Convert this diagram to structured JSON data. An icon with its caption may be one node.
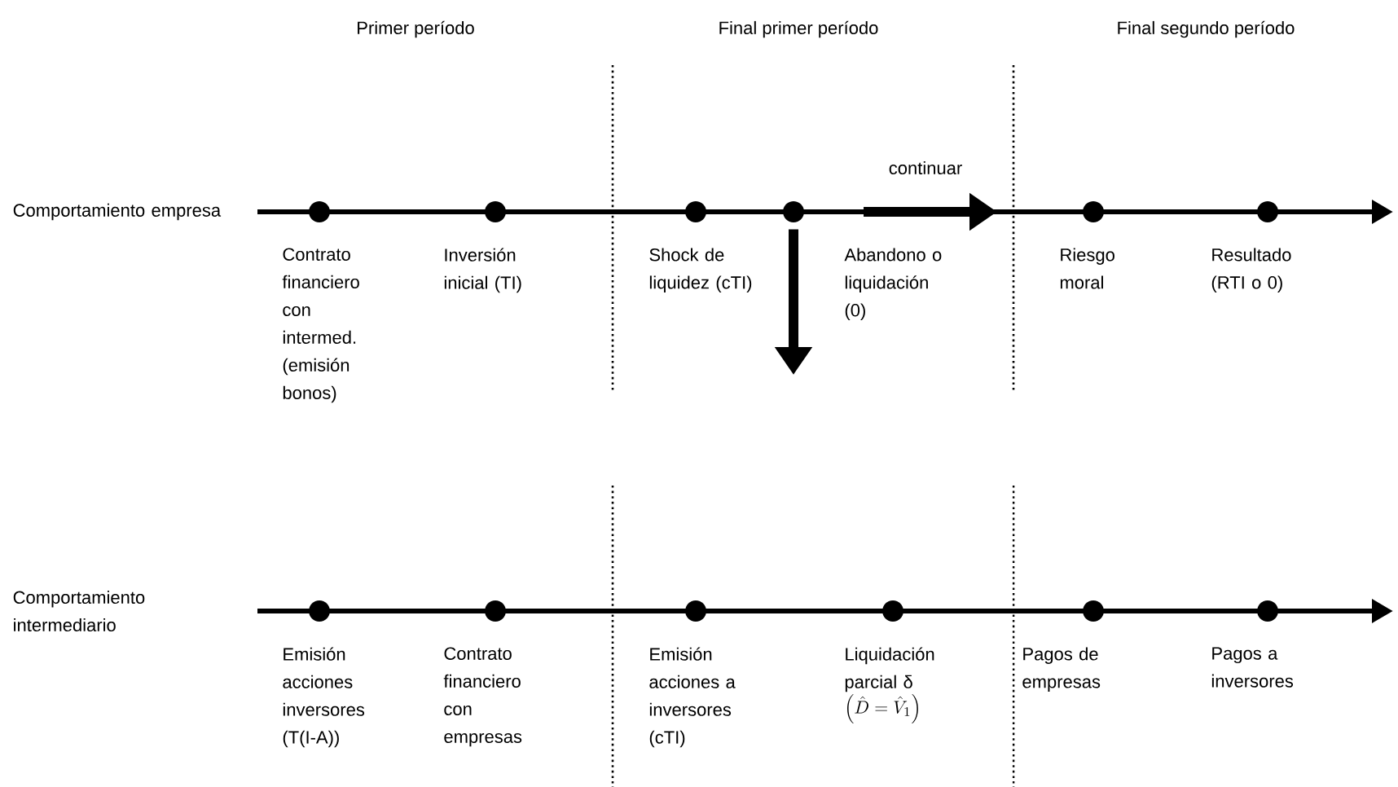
{
  "diagram": {
    "nodes": [
      {
        "text": [
          "Comportamiento empresa"
        ]
      },
      {
        "text": [],
        "shape": "circle",
        "beside": [
          "Contrato financiero con intermed. (emisión bonos)"
        ]
      },
      {
        "text": [],
        "shape": "circle",
        "beside": [
          "Inversión inicial (TI)"
        ]
      },
      {
        "text": [],
        "shape": "circle",
        "beside": [
          "Shock de liquidez (cTI)"
        ]
      },
      {
        "text": [],
        "shape": "circle",
        "beside": [
          "Abandono o liquidación (0)"
        ]
      },
      {
        "text": [],
        "shape": "circle",
        "beside": [
          "Riesgo moral"
        ]
      },
      {
        "text": [],
        "shape": "circle",
        "beside": [
          "Resultado (RTI o 0)"
        ]
      },
      {
        "text": [
          "Comportamiento intermediario"
        ]
      },
      {
        "text": [],
        "shape": "circle",
        "beside": [
          "Emisión acciones inversores (T(I-A))"
        ]
      },
      {
        "text": [],
        "shape": "circle",
        "beside": [
          "Contrato financiero con empresas"
        ]
      },
      {
        "text": [],
        "shape": "circle",
        "beside": [
          "Emisión acciones a inversores (cTI)"
        ]
      },
      {
        "text": [],
        "shape": "circle",
        "beside": [
          "Liquidación parcial δ",
          "\\left(\\hat{D}=\\hat{V}_1\\right)"
        ]
      },
      {
        "text": [],
        "shape": "circle",
        "beside": [
          "Pagos de empresas"
        ]
      },
      {
        "text": [],
        "shape": "circle",
        "beside": [
          "Pagos a inversores"
        ]
      }
    ],
    "edges": [
      {
        "from": 0,
        "to": null,
        "arrow": "to"
      },
      {
        "from": 4,
        "to": null,
        "arrow": "to",
        "style": "thick"
      },
      {
        "from": 7,
        "to": null,
        "arrow": "to"
      }
    ],
    "labels": [
      "Primer período",
      "Final primer período",
      "Final segundo período",
      "continuar"
    ]
  }
}
